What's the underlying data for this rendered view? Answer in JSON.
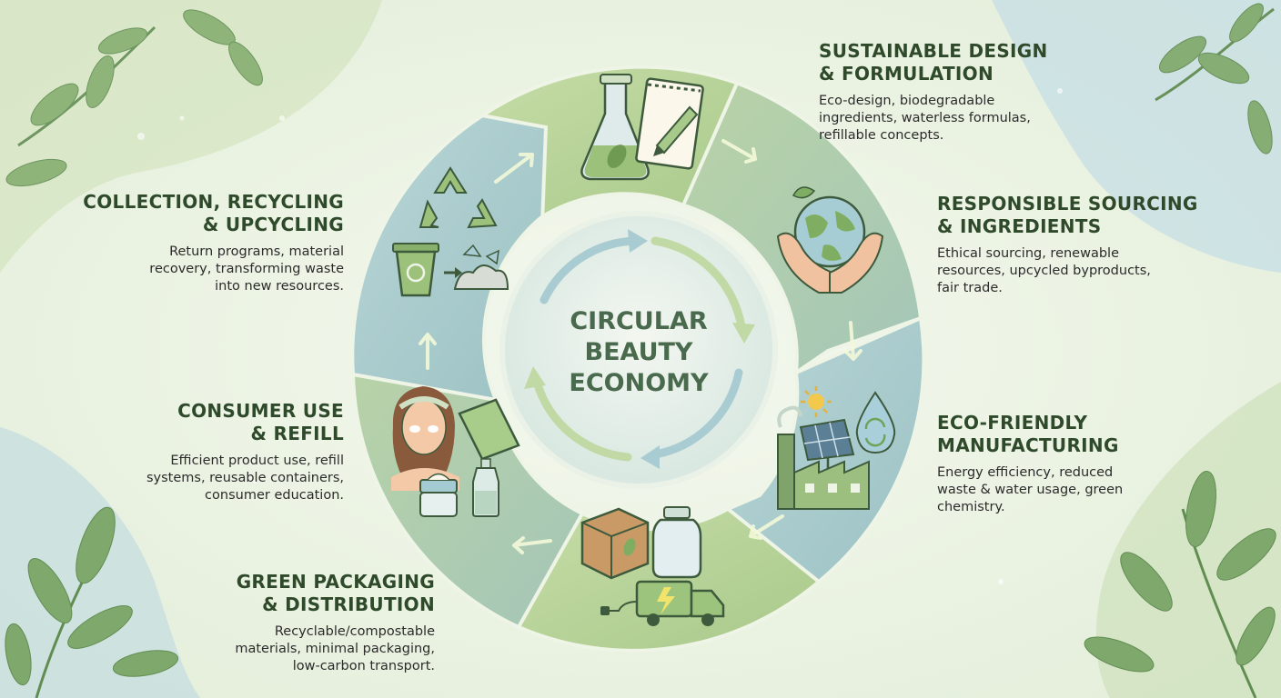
{
  "center": {
    "lines": [
      "CIRCULAR",
      "BEAUTY",
      "ECONOMY"
    ]
  },
  "stages": [
    {
      "title_lines": [
        "SUSTAINABLE DESIGN",
        "& FORMULATION"
      ],
      "desc_lines": [
        "Eco-design, biodegradable",
        "ingredients, waterless formulas,",
        "refillable concepts."
      ],
      "icons": [
        "flask-icon",
        "notepad-pencil-icon"
      ]
    },
    {
      "title_lines": [
        "RESPONSIBLE SOURCING",
        "& INGREDIENTS"
      ],
      "desc_lines": [
        "Ethical sourcing, renewable",
        "resources, upcycled byproducts,",
        "fair trade."
      ],
      "icons": [
        "globe-in-hands-icon"
      ]
    },
    {
      "title_lines": [
        "ECO-FRIENDLY",
        "MANUFACTURING"
      ],
      "desc_lines": [
        "Energy efficiency, reduced",
        "waste & water usage, green",
        "chemistry."
      ],
      "icons": [
        "factory-icon",
        "solar-panel-icon",
        "sun-icon",
        "water-drop-icon"
      ]
    },
    {
      "title_lines": [
        "GREEN PACKAGING",
        "& DISTRIBUTION"
      ],
      "desc_lines": [
        "Recyclable/compostable",
        "materials, minimal packaging,",
        "low-carbon transport."
      ],
      "icons": [
        "box-icon",
        "jar-icon",
        "electric-truck-icon"
      ]
    },
    {
      "title_lines": [
        "CONSUMER USE",
        "& REFILL"
      ],
      "desc_lines": [
        "Efficient product use, refill",
        "systems, reusable containers,",
        "consumer education."
      ],
      "icons": [
        "person-skincare-icon",
        "refill-pouch-icon",
        "cream-jar-icon",
        "bottle-icon"
      ]
    },
    {
      "title_lines": [
        "COLLECTION, RECYCLING",
        "& UPCYCLING"
      ],
      "desc_lines": [
        "Return programs, material",
        "recovery, transforming waste",
        "into new resources."
      ],
      "icons": [
        "recycle-icon",
        "recycle-bin-icon",
        "waste-pile-icon"
      ]
    }
  ],
  "colors": {
    "background": "#eef4e6",
    "title": "#2f4a2b",
    "ring_light": "#bcd59e",
    "ring_blue": "#a9cbd3",
    "center_text": "#4a6a4e"
  }
}
